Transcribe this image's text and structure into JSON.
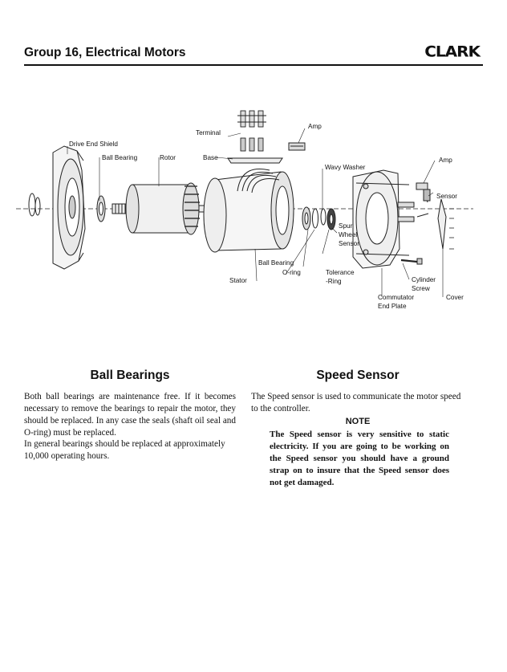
{
  "header": {
    "title": "Group 16, Electrical Motors",
    "brand": "CLARK"
  },
  "diagram": {
    "labels": {
      "terminal": "Terminal",
      "amp_top": "Amp",
      "drive_end_shield": "Drive End Shield",
      "ball_bearing_left": "Ball Bearing",
      "rotor": "Rotor",
      "base": "Base",
      "wavy_washer": "Wavy Washer",
      "amp_right": "Amp",
      "sensor": "Sensor",
      "spur": "Spur",
      "wheel": "Wheel",
      "sensor_2": "Sensor",
      "ball_bearing_mid": "Ball Bearing",
      "o_ring": "O-ring",
      "tolerance": "Tolerance",
      "ring": "-Ring",
      "stator": "Stator",
      "cylinder": "Cylinder",
      "screw": "Screw",
      "commutator": "Commutator",
      "end_plate": "End Plate",
      "cover": "Cover"
    }
  },
  "ball_bearings": {
    "heading": "Ball Bearings",
    "paragraph_1": "Both ball bearings are maintenance free. If it becomes necessary to remove the bearings to repair the motor, they should be replaced. In any case the seals (shaft oil seal and O-ring) must be replaced.",
    "paragraph_2": "In general bearings should be replaced at approximately 10,000 operating hours."
  },
  "speed_sensor": {
    "heading": "Speed Sensor",
    "paragraph_1": "The Speed sensor is used to communicate the motor speed to the controller.",
    "note_heading": "NOTE",
    "note_body": "The Speed sensor is very sensitive to static electricity. If you are going to be working on the Speed sensor you should have a ground strap on to insure that the Speed sensor does not get damaged."
  }
}
